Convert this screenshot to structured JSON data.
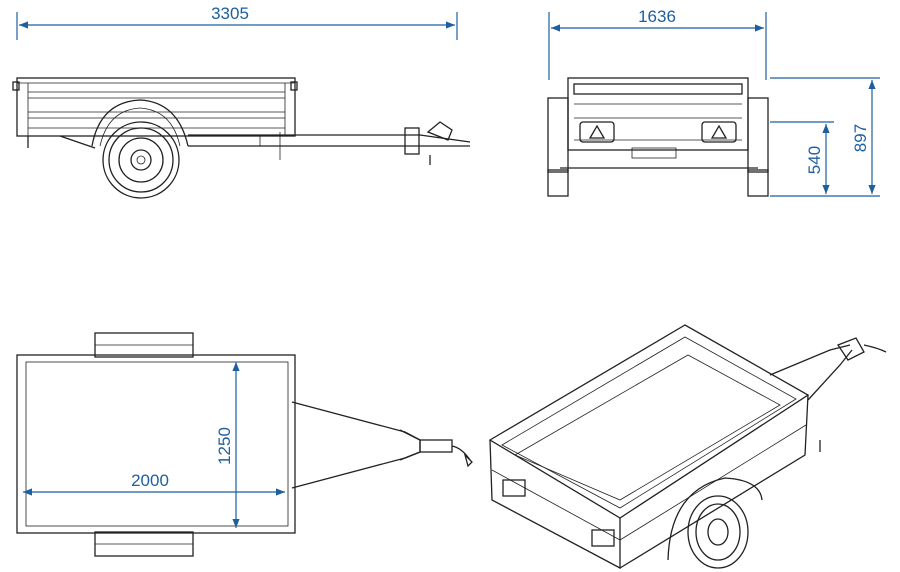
{
  "dimensions": {
    "overall_length": "3305",
    "overall_width": "1636",
    "overall_height": "897",
    "frame_height": "540",
    "box_length": "2000",
    "box_width": "1250"
  },
  "colors": {
    "dimension_line": "#1e5fa0",
    "drawing_line": "#222222",
    "background": "#ffffff"
  }
}
